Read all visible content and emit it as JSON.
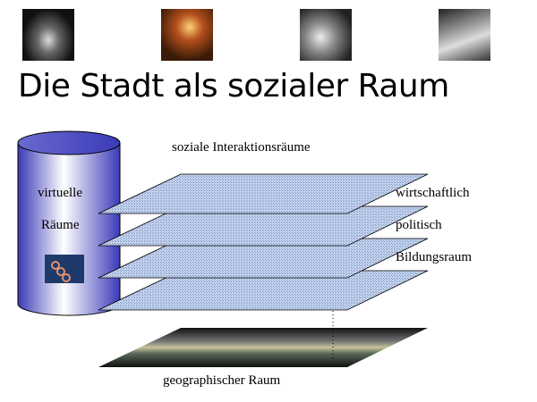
{
  "title": "Die Stadt als sozialer Raum",
  "photos": [
    "city-night-aerial-photo",
    "street-night-lights-photo",
    "rings-closeup-photo",
    "train-station-photo"
  ],
  "cylinder": {
    "line1": "virtuelle",
    "line2": "Räume"
  },
  "diagram": {
    "heading": "soziale Interaktionsräume",
    "layers": [
      "wirtschaftlich",
      "politisch",
      "Bildungsraum"
    ],
    "base": "geographischer Raum"
  },
  "colors": {
    "plane": "#b4c6e4",
    "cylinder": "#3a3ab8"
  }
}
